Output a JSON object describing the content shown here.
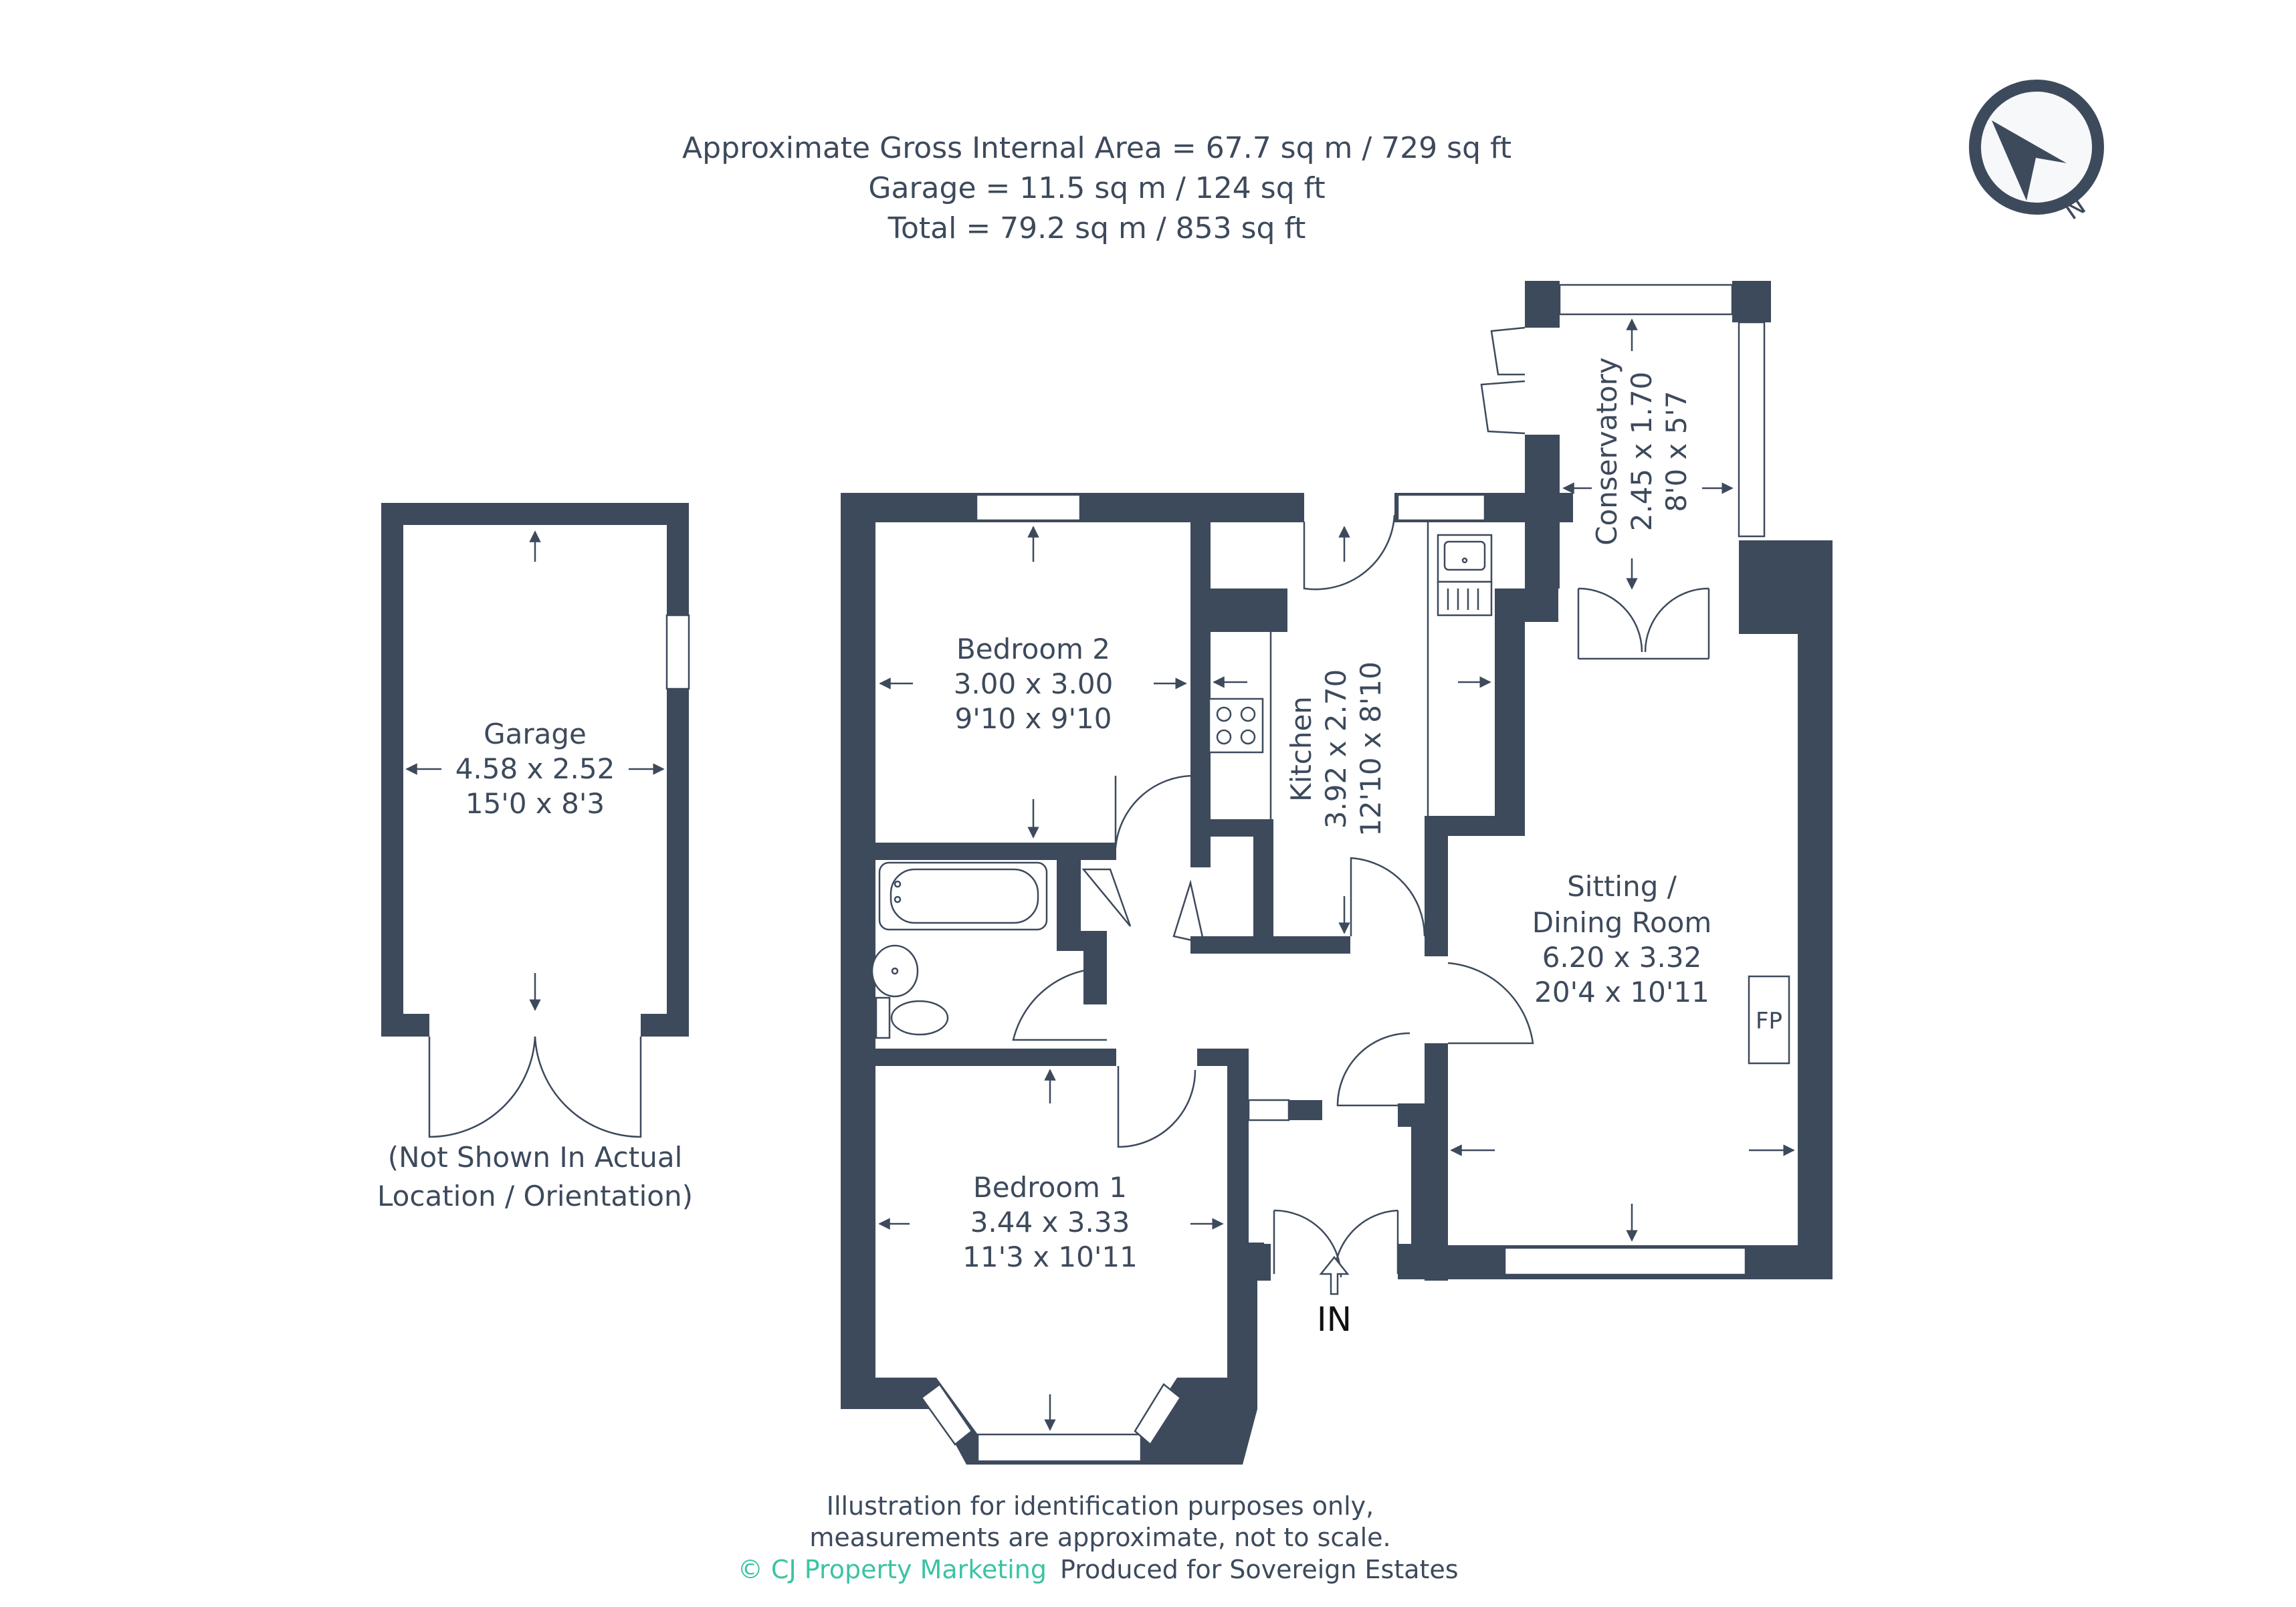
{
  "header": {
    "area_line": "Approximate Gross Internal Area = 67.7 sq m / 729 sq ft",
    "garage_line": "Garage = 11.5 sq m / 124 sq ft",
    "total_line": "Total = 79.2 sq m / 853 sq ft"
  },
  "compass": {
    "label": "N",
    "icon": "compass-icon"
  },
  "rooms": {
    "garage": {
      "name": "Garage",
      "metric": "4.58 x 2.52",
      "imperial": "15'0 x 8'3"
    },
    "bedroom2": {
      "name": "Bedroom 2",
      "metric": "3.00 x 3.00",
      "imperial": "9'10 x 9'10"
    },
    "kitchen": {
      "name": "Kitchen",
      "metric": "3.92 x 2.70",
      "imperial": "12'10 x 8'10"
    },
    "conservatory": {
      "name": "Conservatory",
      "metric": "2.45 x 1.70",
      "imperial": "8'0 x 5'7"
    },
    "sitting": {
      "name_line1": "Sitting /",
      "name_line2": "Dining Room",
      "metric": "6.20 x 3.32",
      "imperial": "20'4 x 10'11"
    },
    "bedroom1": {
      "name": "Bedroom 1",
      "metric": "3.44 x 3.33",
      "imperial": "11'3 x 10'11"
    }
  },
  "labels": {
    "fireplace": "FP",
    "entrance": "IN",
    "garage_note_line1": "(Not Shown In Actual",
    "garage_note_line2": "Location / Orientation)"
  },
  "footer": {
    "disclaimer_line1": "Illustration for identification purposes only,",
    "disclaimer_line2": "measurements are approximate, not to scale.",
    "credit": "© CJ Property Marketing",
    "produced_for": "Produced for Sovereign Estates"
  },
  "colors": {
    "wall": "#3d4a5c",
    "credit": "#3cc3a4",
    "background": "#ffffff"
  }
}
